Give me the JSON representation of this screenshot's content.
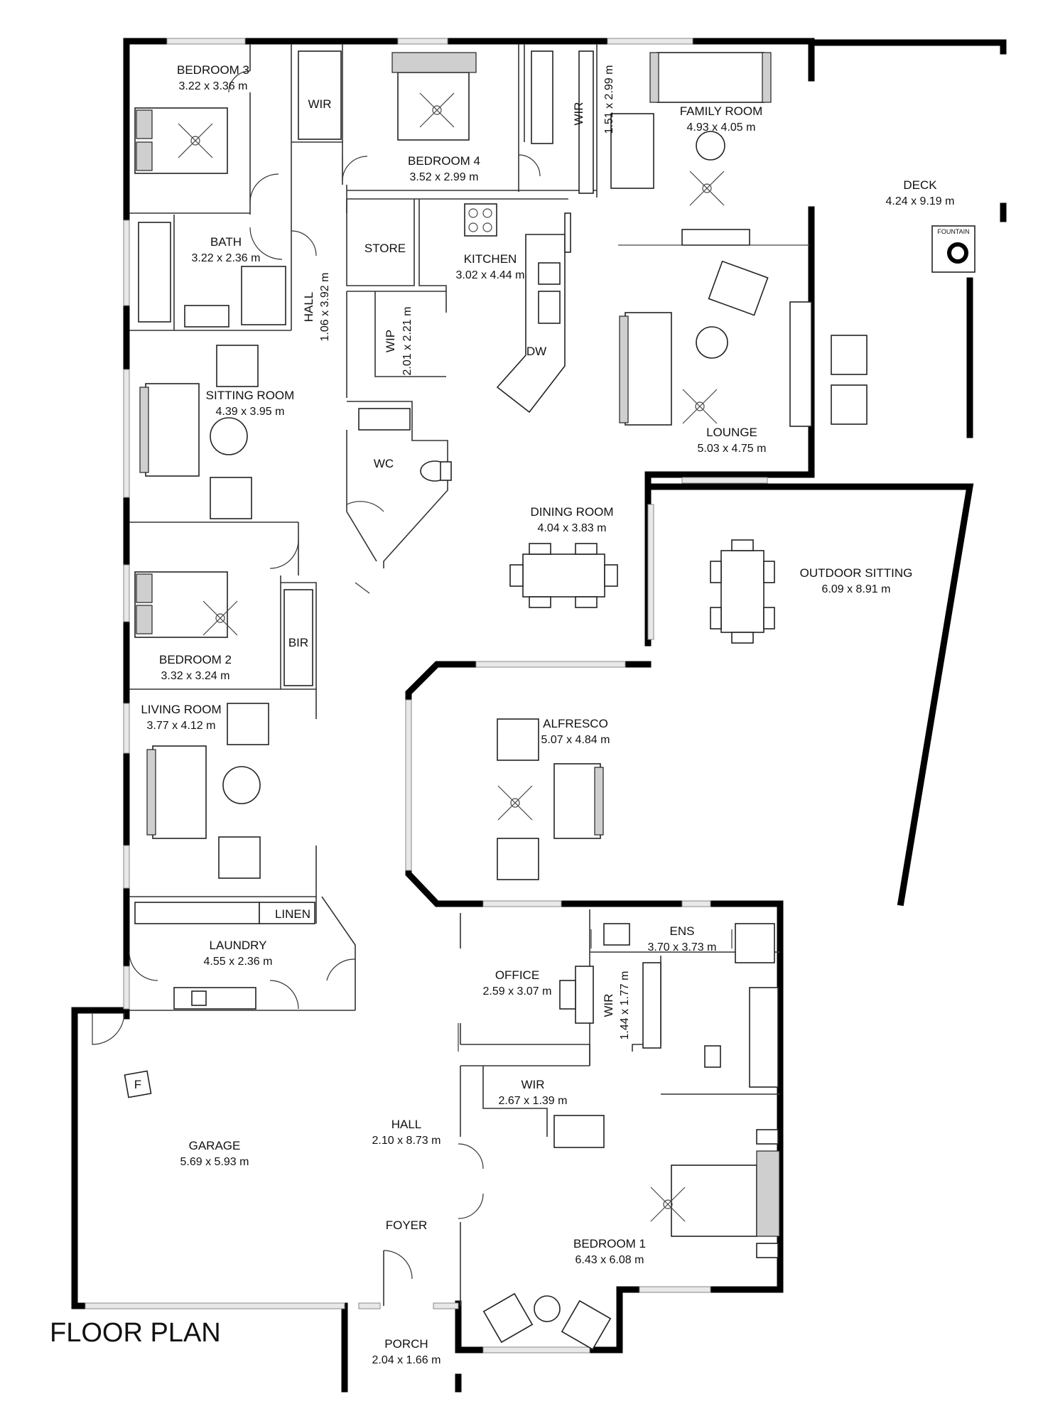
{
  "title": "FLOOR PLAN",
  "rooms": [
    {
      "name": "BEDROOM 3",
      "dim": "3.22 x 3.36 m"
    },
    {
      "name": "WIR",
      "dim": ""
    },
    {
      "name": "BEDROOM 4",
      "dim": "3.52 x 2.99 m"
    },
    {
      "name": "WIR",
      "dim": "1.51 x 2.99 m"
    },
    {
      "name": "FAMILY ROOM",
      "dim": "4.93 x 4.05 m"
    },
    {
      "name": "DECK",
      "dim": "4.24 x 9.19 m"
    },
    {
      "name": "BATH",
      "dim": "3.22 x 2.36 m"
    },
    {
      "name": "STORE",
      "dim": ""
    },
    {
      "name": "KITCHEN",
      "dim": "3.02 x 4.44 m"
    },
    {
      "name": "HALL",
      "dim": "1.06 x 3.92 m"
    },
    {
      "name": "WIP",
      "dim": "2.01 x 2.21 m"
    },
    {
      "name": "DW",
      "dim": ""
    },
    {
      "name": "SITTING ROOM",
      "dim": "4.39 x 3.95 m"
    },
    {
      "name": "LOUNGE",
      "dim": "5.03 x 4.75 m"
    },
    {
      "name": "WC",
      "dim": ""
    },
    {
      "name": "DINING ROOM",
      "dim": "4.04 x 3.83 m"
    },
    {
      "name": "OUTDOOR SITTING",
      "dim": "6.09 x 8.91 m"
    },
    {
      "name": "BIR",
      "dim": ""
    },
    {
      "name": "BEDROOM 2",
      "dim": "3.32 x 3.24 m"
    },
    {
      "name": "LIVING ROOM",
      "dim": "3.77 x 4.12 m"
    },
    {
      "name": "ALFRESCO",
      "dim": "5.07 x 4.84 m"
    },
    {
      "name": "LINEN",
      "dim": ""
    },
    {
      "name": "LAUNDRY",
      "dim": "4.55 x 2.36 m"
    },
    {
      "name": "ENS",
      "dim": "3.70 x 3.73 m"
    },
    {
      "name": "OFFICE",
      "dim": "2.59 x 3.07 m"
    },
    {
      "name": "WIR",
      "dim": "1.44 x 1.77 m"
    },
    {
      "name": "WIR",
      "dim": "2.67 x 1.39 m"
    },
    {
      "name": "GARAGE",
      "dim": "5.69 x 5.93 m"
    },
    {
      "name": "HALL",
      "dim": "2.10 x 8.73 m"
    },
    {
      "name": "FOYER",
      "dim": ""
    },
    {
      "name": "BEDROOM 1",
      "dim": "6.43 x 6.08 m"
    },
    {
      "name": "PORCH",
      "dim": "2.04 x 1.66 m"
    }
  ],
  "markers": {
    "fountain": "FOUNTAIN",
    "fridge": "F"
  }
}
